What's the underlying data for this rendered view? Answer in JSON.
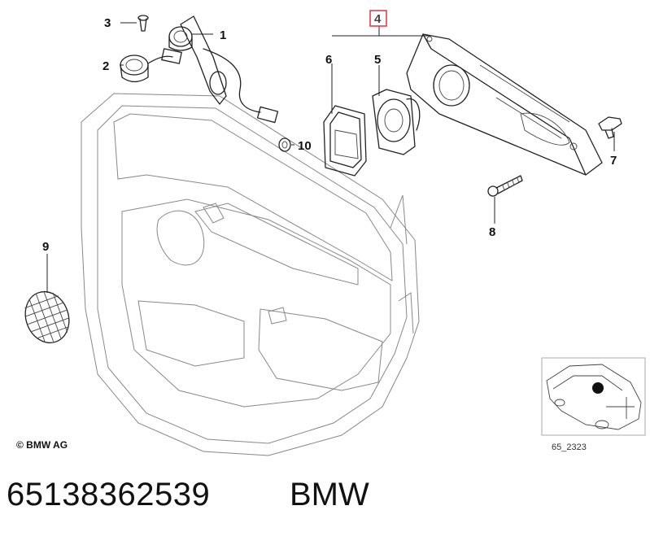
{
  "callouts": {
    "c1": "1",
    "c2": "2",
    "c3": "3",
    "c4": "4",
    "c5": "5",
    "c6": "6",
    "c7": "7",
    "c8": "8",
    "c9": "9",
    "c10": "10"
  },
  "highlight_color": "#e0343c",
  "copyright": "© BMW AG",
  "reference_code": "65_2323",
  "footer": {
    "part_number": "65138362539",
    "brand": "BMW"
  }
}
